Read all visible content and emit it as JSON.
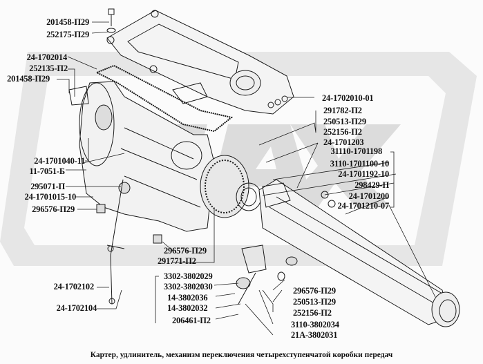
{
  "diagram": {
    "caption": "Картер, удлинитель, механизм переключения четырехступенчатой коробки передач",
    "watermark_color": "#d9d9d9",
    "line_color": "#1a1a1a",
    "labels": {
      "l201458_top": "201458-П29",
      "l252175": "252175-П29",
      "l24_1702014": "24-1702014",
      "l252135": "252135-П2",
      "l201458_mid": "201458-П29",
      "l24_1701040": "24-1701040-11",
      "l11_7051": "11-7051-Б",
      "l295071": "295071-П",
      "l24_1701015": "24-1701015-10",
      "l296576_left": "296576-П29",
      "l24_1702102": "24-1702102",
      "l24_1702104": "24-1702104",
      "l24_1702010": "24-1702010-01",
      "l291782": "291782-П2",
      "l250513_top": "250513-П29",
      "l252156_top": "252156-П2",
      "l24_1701203": "24-1701203",
      "l31110_1701198": "31110-1701198",
      "l3110_1701100": "3110-1701100-10",
      "l24_1701192": "24-1701192-10",
      "l298429": "298429-П",
      "l24_1701200": "24-1701200",
      "l24_1701210": "24-1701210-07",
      "l296576_mid": "296576-П29",
      "l291771": "291771-П2",
      "l3302_3802029": "3302-3802029",
      "l3302_3802030": "3302-3802030",
      "l14_3802036": "14-3802036",
      "l14_3802032": "14-3802032",
      "l206461": "206461-П2",
      "l296576_low": "296576-П29",
      "l250513_low": "250513-П29",
      "l252156_low": "252156-П2",
      "l3110_3802034": "3110-3802034",
      "l21A_3802031": "21А-3802031"
    }
  }
}
